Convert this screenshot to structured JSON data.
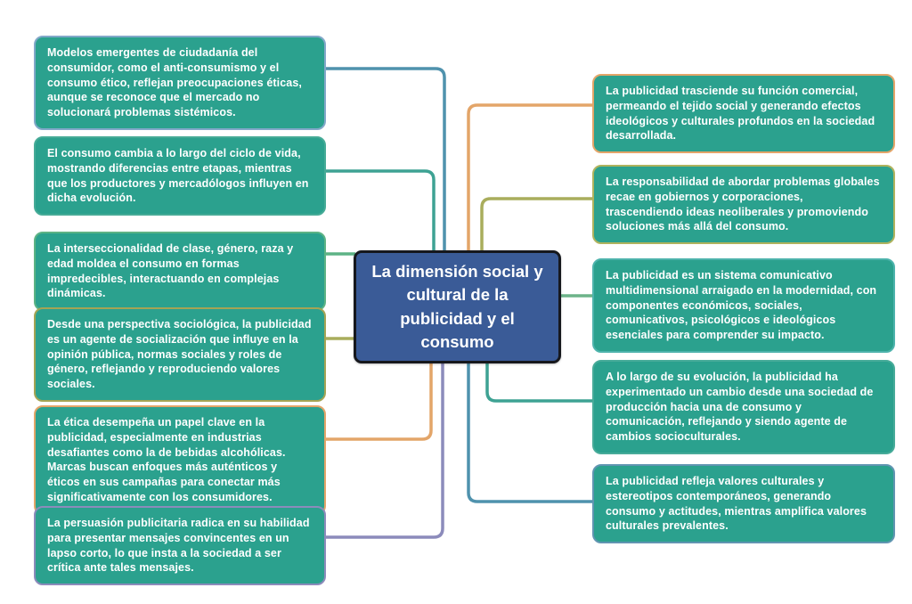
{
  "diagram": {
    "center": {
      "text": "La dimensión social y cultural de la publicidad y el consumo",
      "fill": "#3a5b97",
      "border": "#16181d"
    },
    "node_fill": "#2ba18e",
    "text_color": "#ffffff",
    "left_nodes": [
      {
        "text": "Modelos emergentes de ciudadanía del consumidor, como el anti-consumismo y el consumo ético, reflejan preocupaciones éticas, aunque se reconoce que el mercado no solucionará problemas sistémicos.",
        "accent": "#82a8c9",
        "line": "#4f92ad"
      },
      {
        "text": "El consumo cambia a lo largo del ciclo de vida, mostrando diferencias entre etapas, mientras que los productores y mercadólogos influyen en dicha evolución.",
        "accent": "#46ab97",
        "line": "#3ea293"
      },
      {
        "text": "La interseccionalidad de clase, género, raza y edad moldea el consumo en formas impredecibles, interactuando en complejas dinámicas.",
        "accent": "#5db385",
        "line": "#5db385"
      },
      {
        "text": "Desde una perspectiva sociológica, la publicidad es un agente de socialización que influye en la opinión pública, normas sociales y roles de género, reflejando y reproduciendo valores sociales.",
        "accent": "#a5a454",
        "line": "#a9ad5c"
      },
      {
        "text": "La ética desempeña un papel clave en la publicidad, especialmente en industrias desafiantes como la de bebidas alcohólicas. Marcas buscan enfoques más auténticos y éticos en sus campañas para conectar más significativamente con los consumidores.",
        "accent": "#e3a569",
        "line": "#e3a569"
      },
      {
        "text": "La persuasión publicitaria radica en su habilidad para presentar mensajes convincentes en un lapso corto, lo que insta a la sociedad a ser crítica ante tales mensajes.",
        "accent": "#8c8bbb",
        "line": "#8c8bbb"
      }
    ],
    "right_nodes": [
      {
        "text": "La publicidad trasciende su función comercial, permeando el tejido social y generando efectos ideológicos y culturales profundos en la sociedad desarrollada.",
        "accent": "#e3a569",
        "line": "#e3a569"
      },
      {
        "text": "La responsabilidad de abordar problemas globales recae en gobiernos y corporaciones, trascendiendo ideas neoliberales y promoviendo soluciones más allá del consumo.",
        "accent": "#afb35e",
        "line": "#a9ad5c"
      },
      {
        "text": "La publicidad es un sistema comunicativo multidimensional arraigado en la modernidad, con componentes económicos, sociales, comunicativos, psicológicos e ideológicos esenciales para comprender su impacto.",
        "accent": "#4db3ac",
        "line": "#6db389"
      },
      {
        "text": "A lo largo de su evolución, la publicidad ha experimentado un cambio desde una sociedad de producción hacia una de consumo y comunicación, reflejando y siendo agente de cambios socioculturales.",
        "accent": "#47ab99",
        "line": "#3ea293"
      },
      {
        "text": "La publicidad refleja valores culturales y estereotipos contemporáneos, generando consumo y actitudes, mientras amplifica valores culturales prevalentes.",
        "accent": "#6095b1",
        "line": "#4f92ad"
      }
    ]
  }
}
